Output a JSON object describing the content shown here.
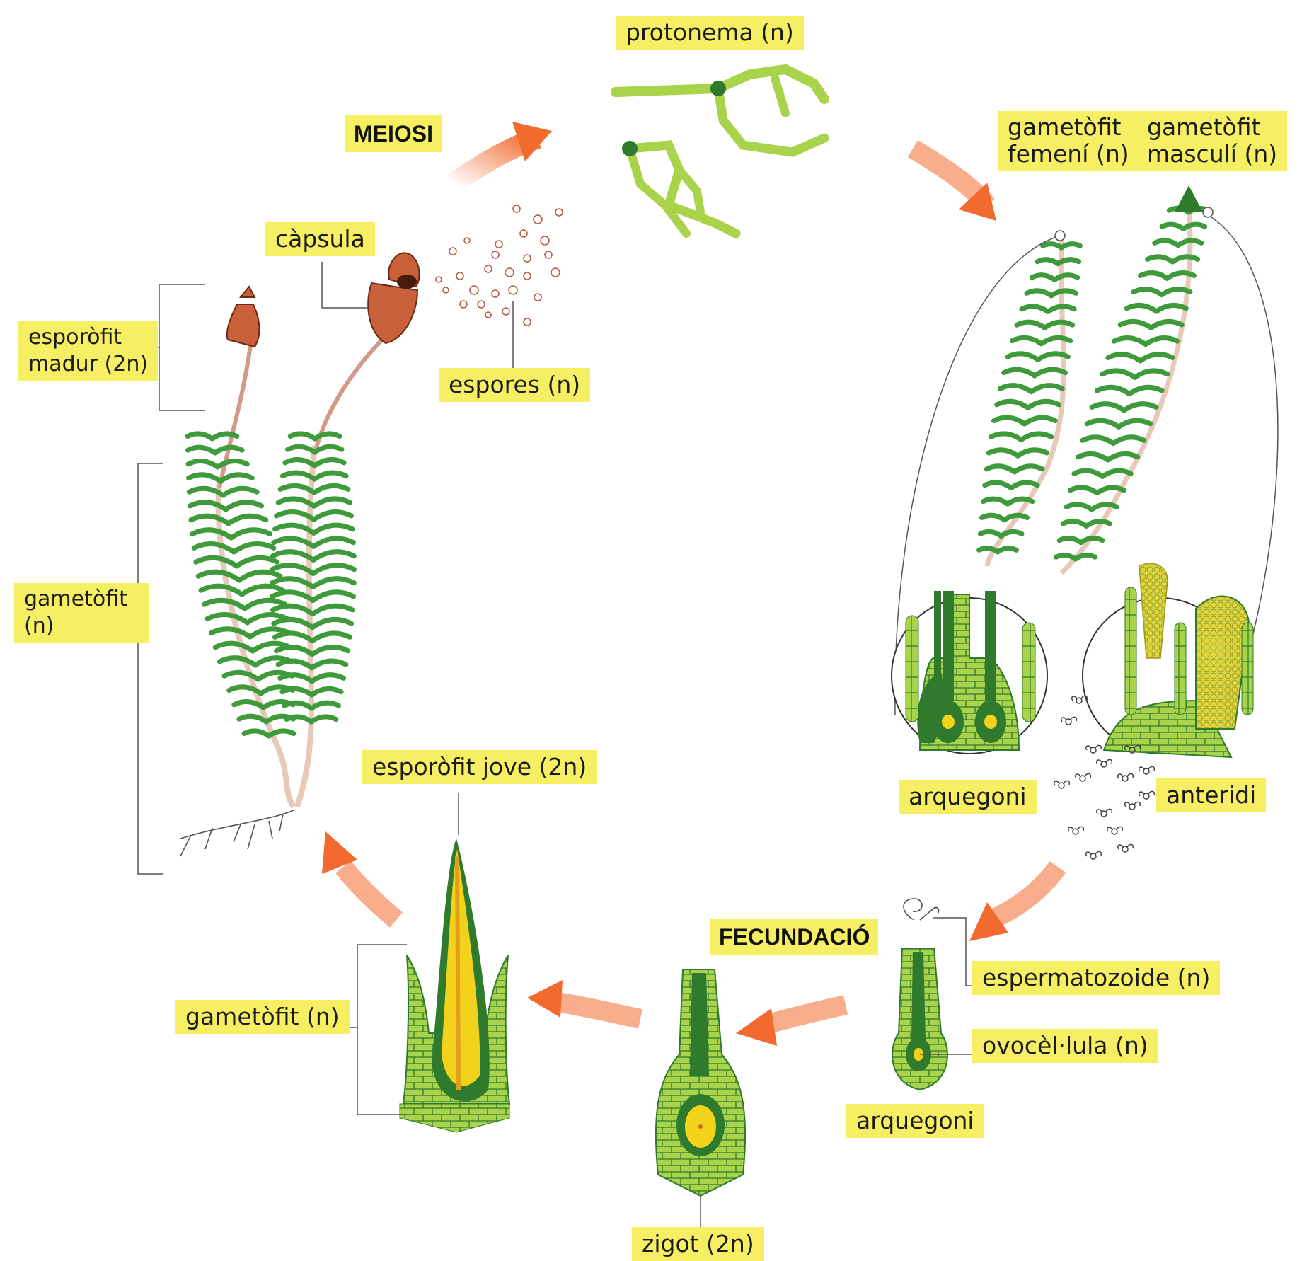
{
  "stages": {
    "meiosis": "MEIOSI",
    "fertilization": "FECUNDACIÓ"
  },
  "labels": {
    "protonema": "protonema (n)",
    "female_gametophyte_line1": "gametòfit",
    "female_gametophyte_line2": "femení (n)",
    "male_gametophyte_line1": "gametòfit",
    "male_gametophyte_line2": "masculí (n)",
    "capsule": "càpsula",
    "spores": "espores (n)",
    "mature_sporophyte_line1": "esporòfit",
    "mature_sporophyte_line2": "madur (2n)",
    "gametophyte_left_line1": "gametòfit",
    "gametophyte_left_line2": "(n)",
    "archegonium_upper": "arquegoni",
    "antheridium": "anteridi",
    "young_sporophyte": "esporòfit jove (2n)",
    "sperm": "espermatozoide (n)",
    "egg_cell": "ovocèl·lula (n)",
    "archegonium_lower": "arquegoni",
    "gametophyte_lower": "gametòfit (n)",
    "zygote": "zigot (2n)"
  },
  "colors": {
    "label_bg": "#f7ef63",
    "arrow": "#f26a2e",
    "leaf": "#3e9a3a",
    "cell_light": "#a9d34a",
    "cell_dark": "#2f7a2c",
    "capsule": "#c9603a",
    "yellow": "#f3d21c"
  }
}
